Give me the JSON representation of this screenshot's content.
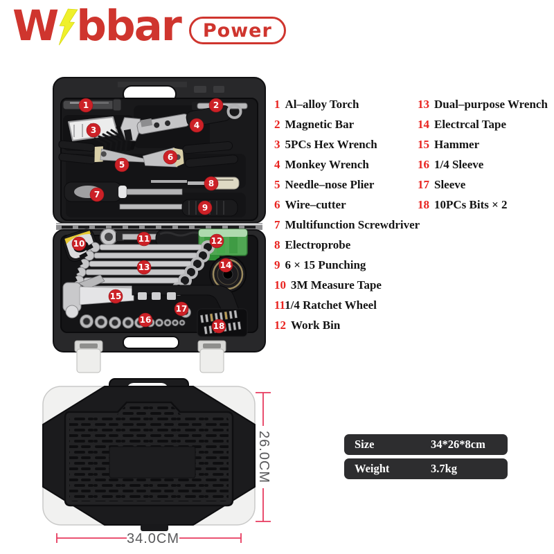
{
  "brand": {
    "logo_prefix": "W",
    "logo_suffix": "bbar",
    "logo_badge": "Power"
  },
  "legend": {
    "items": [
      {
        "num": "1",
        "label": "Al–alloy Torch"
      },
      {
        "num": "2",
        "label": "Magnetic Bar"
      },
      {
        "num": "3",
        "label": "5PCs Hex Wrench"
      },
      {
        "num": "4",
        "label": "Monkey Wrench"
      },
      {
        "num": "5",
        "label": "Needle–nose Plier"
      },
      {
        "num": "6",
        "label": "Wire–cutter"
      },
      {
        "num": "7",
        "label": "Multifunction Screwdriver"
      },
      {
        "num": "8",
        "label": "Electroprobe"
      },
      {
        "num": "9",
        "label": "6 × 15 Punching"
      },
      {
        "num": "10",
        "label": "3M Measure Tape"
      },
      {
        "num": "11",
        "label": "1/4 Ratchet Wheel"
      },
      {
        "num": "12",
        "label": "Work Bin"
      },
      {
        "num": "13",
        "label": "Dual–purpose Wrench"
      },
      {
        "num": "14",
        "label": "Electrcal Tape"
      },
      {
        "num": "15",
        "label": "Hammer"
      },
      {
        "num": "16",
        "label": "1/4 Sleeve"
      },
      {
        "num": "17",
        "label": "Sleeve"
      },
      {
        "num": "18",
        "label": "10PCs Bits × 2"
      }
    ]
  },
  "specs": {
    "rows": [
      {
        "label": "Size",
        "value": "34*26*8cm"
      },
      {
        "label": "Weight",
        "value": "3.7kg"
      }
    ]
  },
  "dimensions": {
    "height": "26.0CM",
    "width": "34.0CM"
  },
  "colors": {
    "brand-red": "#cf352e",
    "bolt-yellow": "#eff02b",
    "legend-red": "#e9231f",
    "badge-red": "#cc2127",
    "dim-line": "#e73a5e",
    "dim-text": "#59595b",
    "spec-bg": "#2d2d2f"
  }
}
